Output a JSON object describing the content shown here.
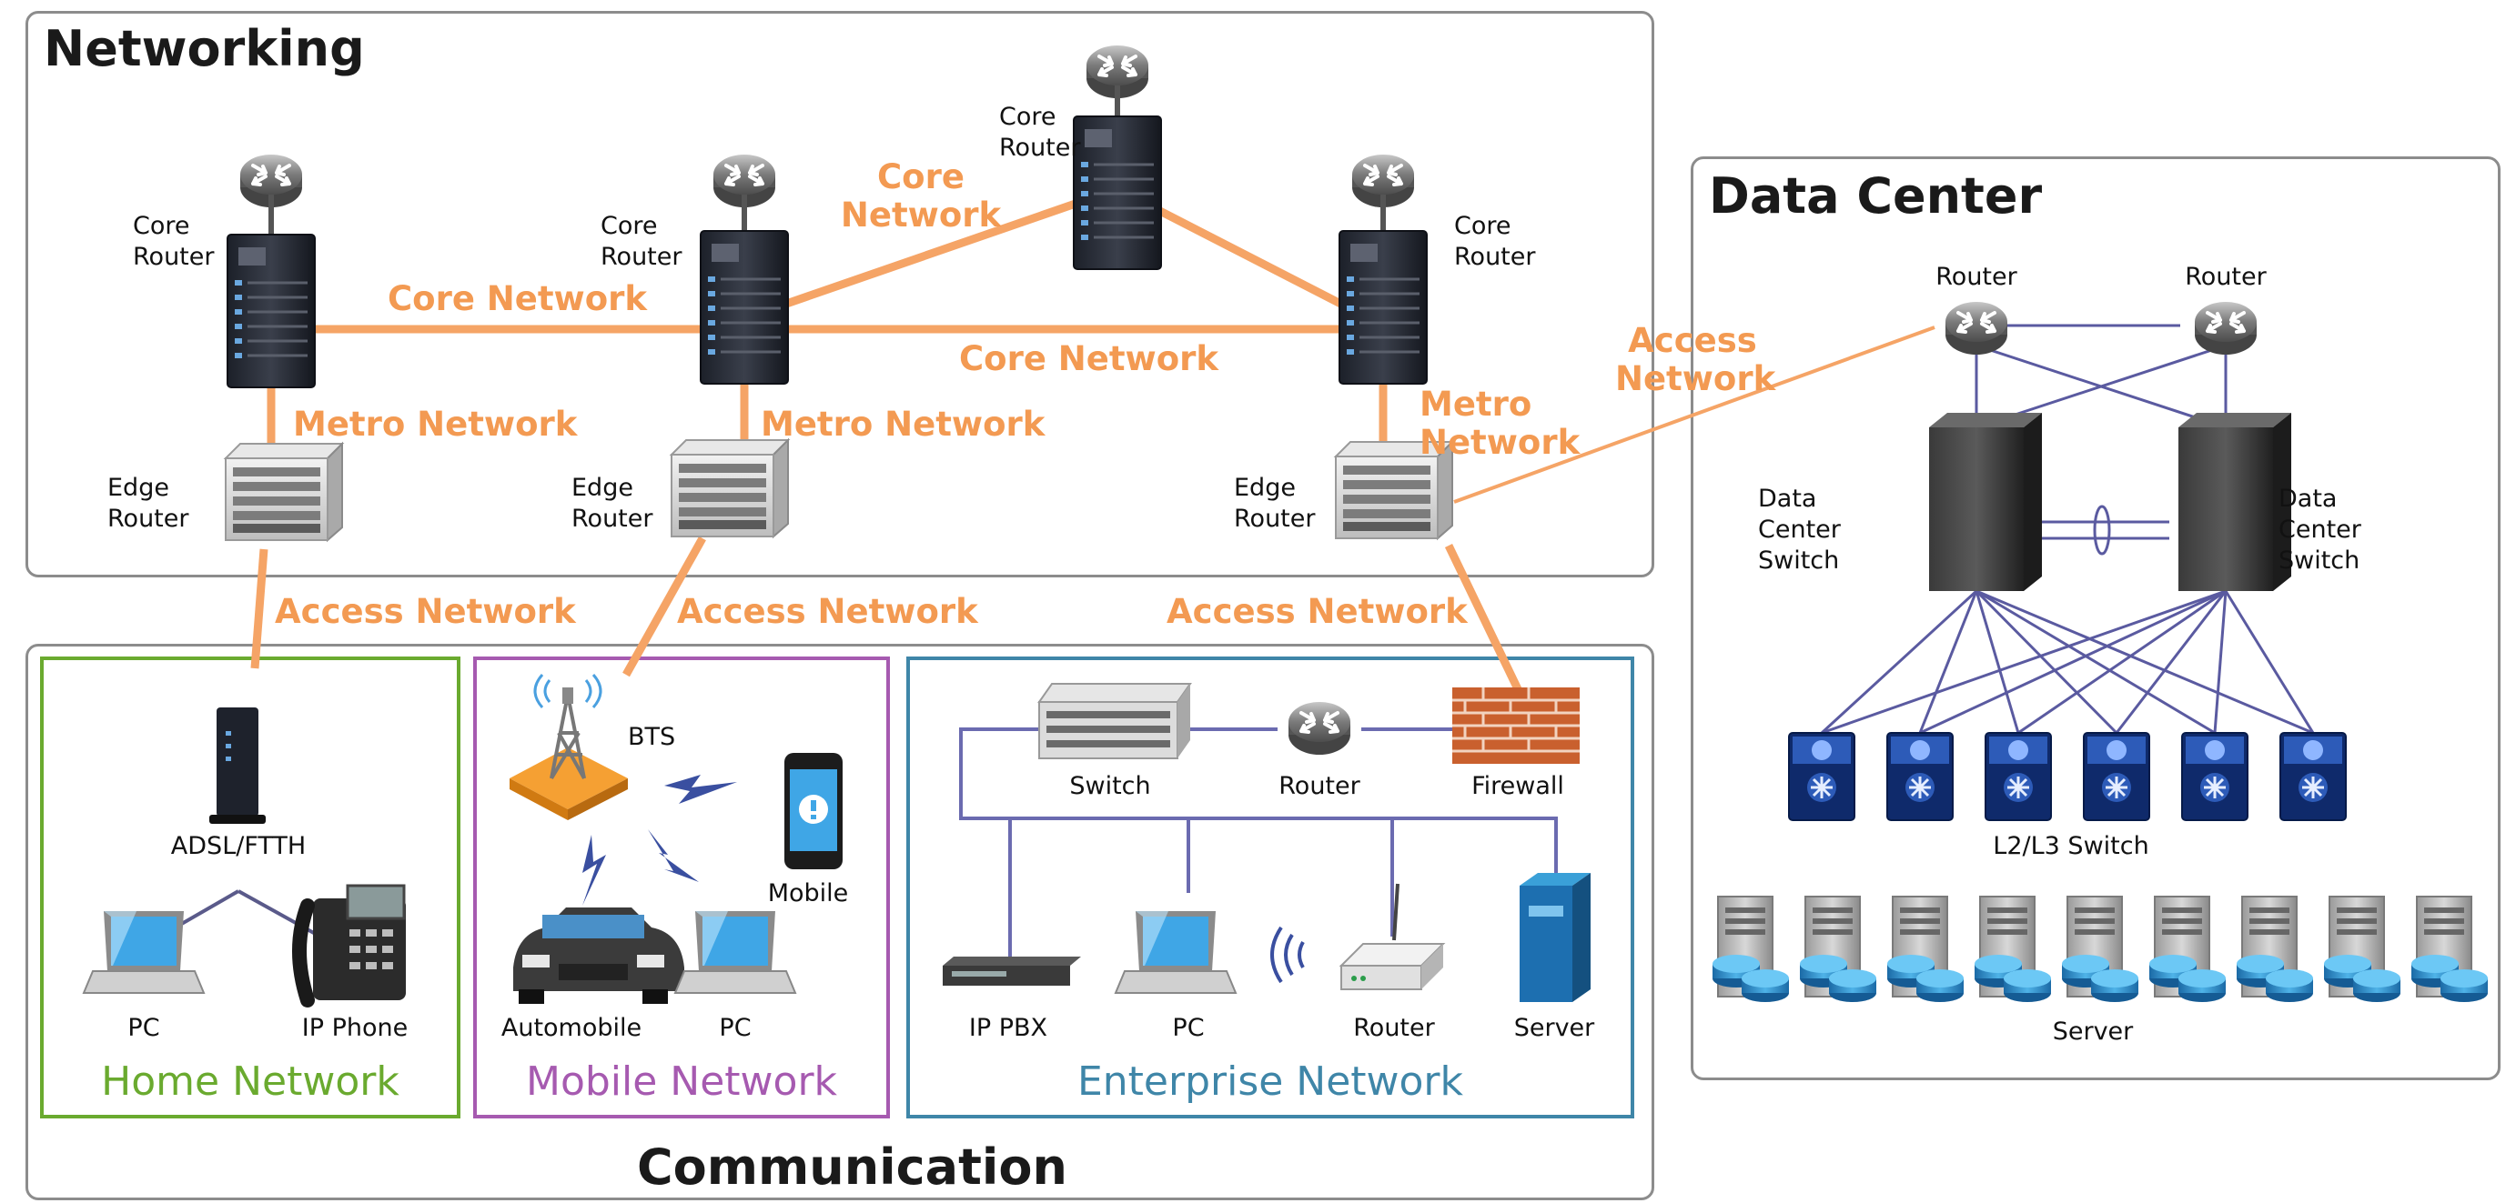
{
  "panels": {
    "networking": {
      "title": "Networking"
    },
    "data_center": {
      "title": "Data Center"
    },
    "communication": {
      "title": "Communication"
    },
    "home": {
      "title": "Home Network",
      "color": "#6aaa2f"
    },
    "mobile": {
      "title": "Mobile Network",
      "color": "#a65ab0"
    },
    "enterprise": {
      "title": "Enterprise Network",
      "color": "#3f86a8"
    }
  },
  "networking": {
    "core_router_1": "Core Router",
    "core_router_2": "Core Router",
    "core_router_3": "Core Router",
    "core_router_4": "Core Router",
    "edge_router_1": "Edge Router",
    "edge_router_2": "Edge Router",
    "edge_router_3": "Edge Router",
    "core_net_1": "Core Network",
    "core_net_2": "Core Network",
    "core_net_3": "Core Network",
    "metro_net_1": "Metro Network",
    "metro_net_2": "Metro Network",
    "metro_net_3": "Metro Network",
    "access_net_1": "Access Network",
    "access_net_2": "Access Network",
    "access_net_3": "Access Network",
    "access_net_4": "Access Network"
  },
  "home": {
    "adsl": "ADSL/FTTH",
    "pc": "PC",
    "ip_phone": "IP Phone"
  },
  "mobile": {
    "bts": "BTS",
    "mobile": "Mobile",
    "automobile": "Automobile",
    "pc": "PC"
  },
  "enterprise": {
    "switch": "Switch",
    "router": "Router",
    "firewall": "Firewall",
    "ip_pbx": "IP PBX",
    "pc": "PC",
    "wifi_router": "Router",
    "server": "Server"
  },
  "data_center": {
    "router_1": "Router",
    "router_2": "Router",
    "dc_switch_1": "Data Center Switch",
    "dc_switch_2": "Data Center Switch",
    "l2l3_switch": "L2/L3 Switch",
    "server": "Server"
  },
  "colors": {
    "orange_link": "#f5a466",
    "blue_link": "#5a5aa0",
    "panel_border": "#8c8c8c"
  }
}
